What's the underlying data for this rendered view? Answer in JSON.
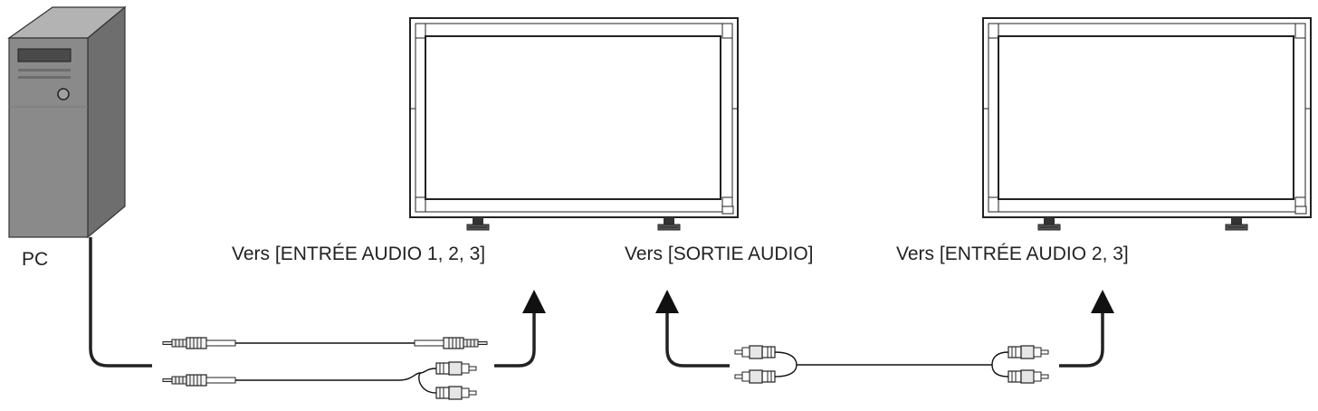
{
  "labels": {
    "pc": "PC",
    "monitor1_input": "Vers [ENTRÉE AUDIO 1, 2, 3]",
    "monitor1_output": "Vers [SORTIE AUDIO]",
    "monitor2_input": "Vers [ENTRÉE AUDIO 2, 3]"
  },
  "colors": {
    "tower_front": "#8a8a8a",
    "tower_side": "#6e6e6e",
    "tower_top": "#b3b3b3",
    "line": "#222222",
    "cable": "#111111"
  },
  "icons": {
    "pc": "pc-tower-icon",
    "monitor": "monitor-icon",
    "plug_mini": "mini-jack-plug-icon",
    "plug_rca": "rca-plug-icon",
    "arrow": "arrow-up-icon"
  }
}
